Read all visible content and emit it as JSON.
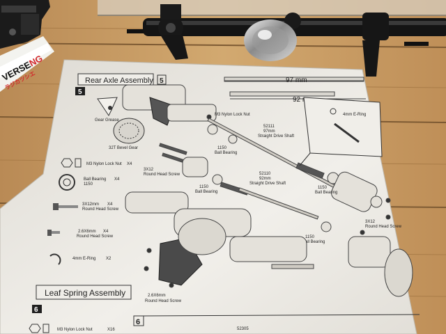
{
  "sections": {
    "rear_title": "Rear Axle Assembly",
    "rear_step_left": "5",
    "rear_step_right": "5",
    "leaf_title": "Leaf Spring Assembly",
    "leaf_step_left": "6",
    "leaf_step_right": "6"
  },
  "dimensions": {
    "short": "97 mm",
    "long": "92 mm"
  },
  "parts": {
    "gear_grease": "Gear Grease",
    "bevel_gear": "32T Bevel Gear",
    "m3_nut": "M3 Nylon Lock Nut",
    "shaft_97_code": "52111",
    "shaft_97_len": "97mm",
    "shaft_97_name": "Straight Drive Shaft",
    "e_ring": "4mm E-Ring",
    "ball_bearing_1150": "1150",
    "ball_bearing": "Ball Bearing",
    "screw_3x12_a": "3X12",
    "screw_round_head": "Round Head Screw",
    "shaft_92_code": "52110",
    "shaft_92_len": "92mm",
    "shaft_92_name": "Straight Drive Shaft",
    "screw_3x12_b": "3X12",
    "screw_26x6": "2.6X6mm",
    "code_bottom": "52305"
  },
  "legend": [
    {
      "name": "M3 Nylon Lock Nut",
      "qty": "X4"
    },
    {
      "name": "Ball Bearing",
      "size": "1150",
      "qty": "X4"
    },
    {
      "name": "3X12mm",
      "desc": "Round Head Screw",
      "qty": "X4"
    },
    {
      "name": "2.6X6mm",
      "desc": "Round Head Screw",
      "qty": "X4"
    },
    {
      "name": "4mm E-Ring",
      "qty": "X2"
    }
  ],
  "legend_leaf": [
    {
      "name": "M3 Nylon Lock Nut",
      "qty": "X16"
    }
  ],
  "tube_text": {
    "left": "VERSE",
    "right": "NG",
    "jp": "ラジカツシエ"
  }
}
